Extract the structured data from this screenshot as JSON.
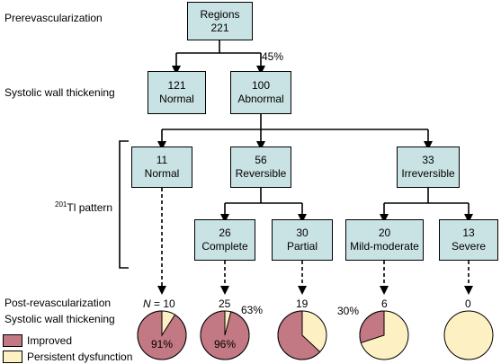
{
  "colors": {
    "box_fill": "#c9e2e3",
    "improved": "#c27983",
    "persistent": "#fdf1c3"
  },
  "row_labels": {
    "prerevascularization": "Prerevascularization",
    "systolic_wall_thickening": "Systolic wall thickening",
    "tl_superscript": "201",
    "tl_pattern": "Tl pattern",
    "post_revascularization": "Post-revascularization",
    "post_systolic_wall_thickening": "Systolic wall thickening"
  },
  "nodes": {
    "regions": {
      "value": "Regions",
      "label": "221"
    },
    "normal_swt": {
      "value": "121",
      "label": "Normal"
    },
    "abnormal_swt": {
      "value": "100",
      "label": "Abnormal"
    },
    "tl_normal": {
      "value": "11",
      "label": "Normal"
    },
    "tl_reversible": {
      "value": "56",
      "label": "Reversible"
    },
    "tl_irreversible": {
      "value": "33",
      "label": "Irreversible"
    },
    "complete": {
      "value": "26",
      "label": "Complete"
    },
    "partial": {
      "value": "30",
      "label": "Partial"
    },
    "mild_moderate": {
      "value": "20",
      "label": "Mild-moderate"
    },
    "severe": {
      "value": "13",
      "label": "Severe"
    }
  },
  "branch_annotation": "45%",
  "outcomes": [
    {
      "id": "normal",
      "n_prefix": "N",
      "n_text": " = 10",
      "improved_fraction": 0.91,
      "label": "91%"
    },
    {
      "id": "complete",
      "n_prefix": "",
      "n_text": "25",
      "improved_fraction": 0.96,
      "label": "96%"
    },
    {
      "id": "partial",
      "n_prefix": "",
      "n_text": "19",
      "improved_fraction": 0.63,
      "label": "63%"
    },
    {
      "id": "mild_moderate",
      "n_prefix": "",
      "n_text": "6",
      "improved_fraction": 0.3,
      "label": "30%"
    },
    {
      "id": "severe",
      "n_prefix": "",
      "n_text": "0",
      "improved_fraction": 0,
      "label": ""
    }
  ],
  "legend": {
    "improved": "Improved",
    "persistent": "Persistent dysfunction"
  }
}
